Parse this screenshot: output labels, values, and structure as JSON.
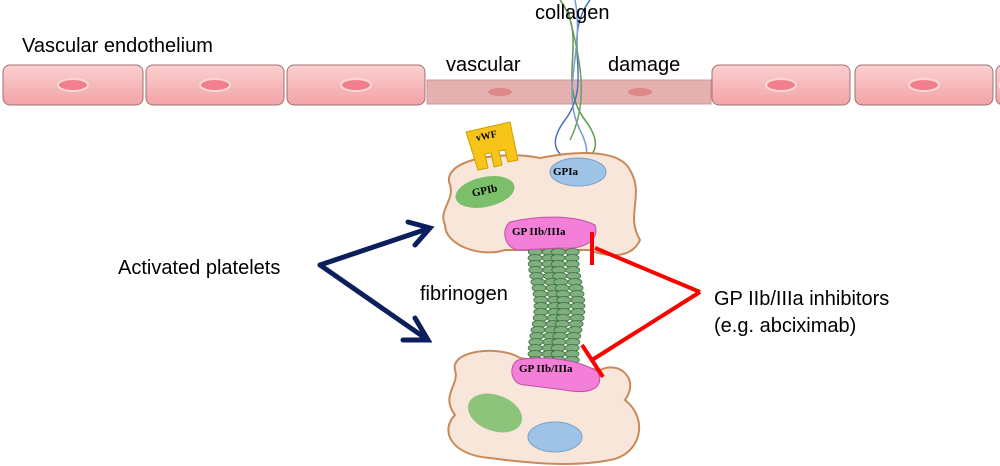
{
  "labels": {
    "endothelium": "Vascular endothelium",
    "collagen": "collagen",
    "vascular": "vascular",
    "damage": "damage",
    "activated_platelets": "Activated platelets",
    "fibrinogen": "fibrinogen",
    "inhibitors_line1": "GP IIb/IIIa inhibitors",
    "inhibitors_line2": "(e.g. abciximab)"
  },
  "molecules": {
    "vwf": "vWF",
    "gpib": "GPIb",
    "gpia": "GPIa",
    "gp_top": "GP IIb/IIIa",
    "gp_bottom": "GP IIb/IIIa"
  },
  "colors": {
    "cell": "#f7b3b5",
    "platelet": "#f8e6da",
    "receptor": "#f47fd8",
    "arrow": "#0b1f5c",
    "inhibitor": "#ff0000",
    "fibrinogen": "#7fae7f"
  }
}
